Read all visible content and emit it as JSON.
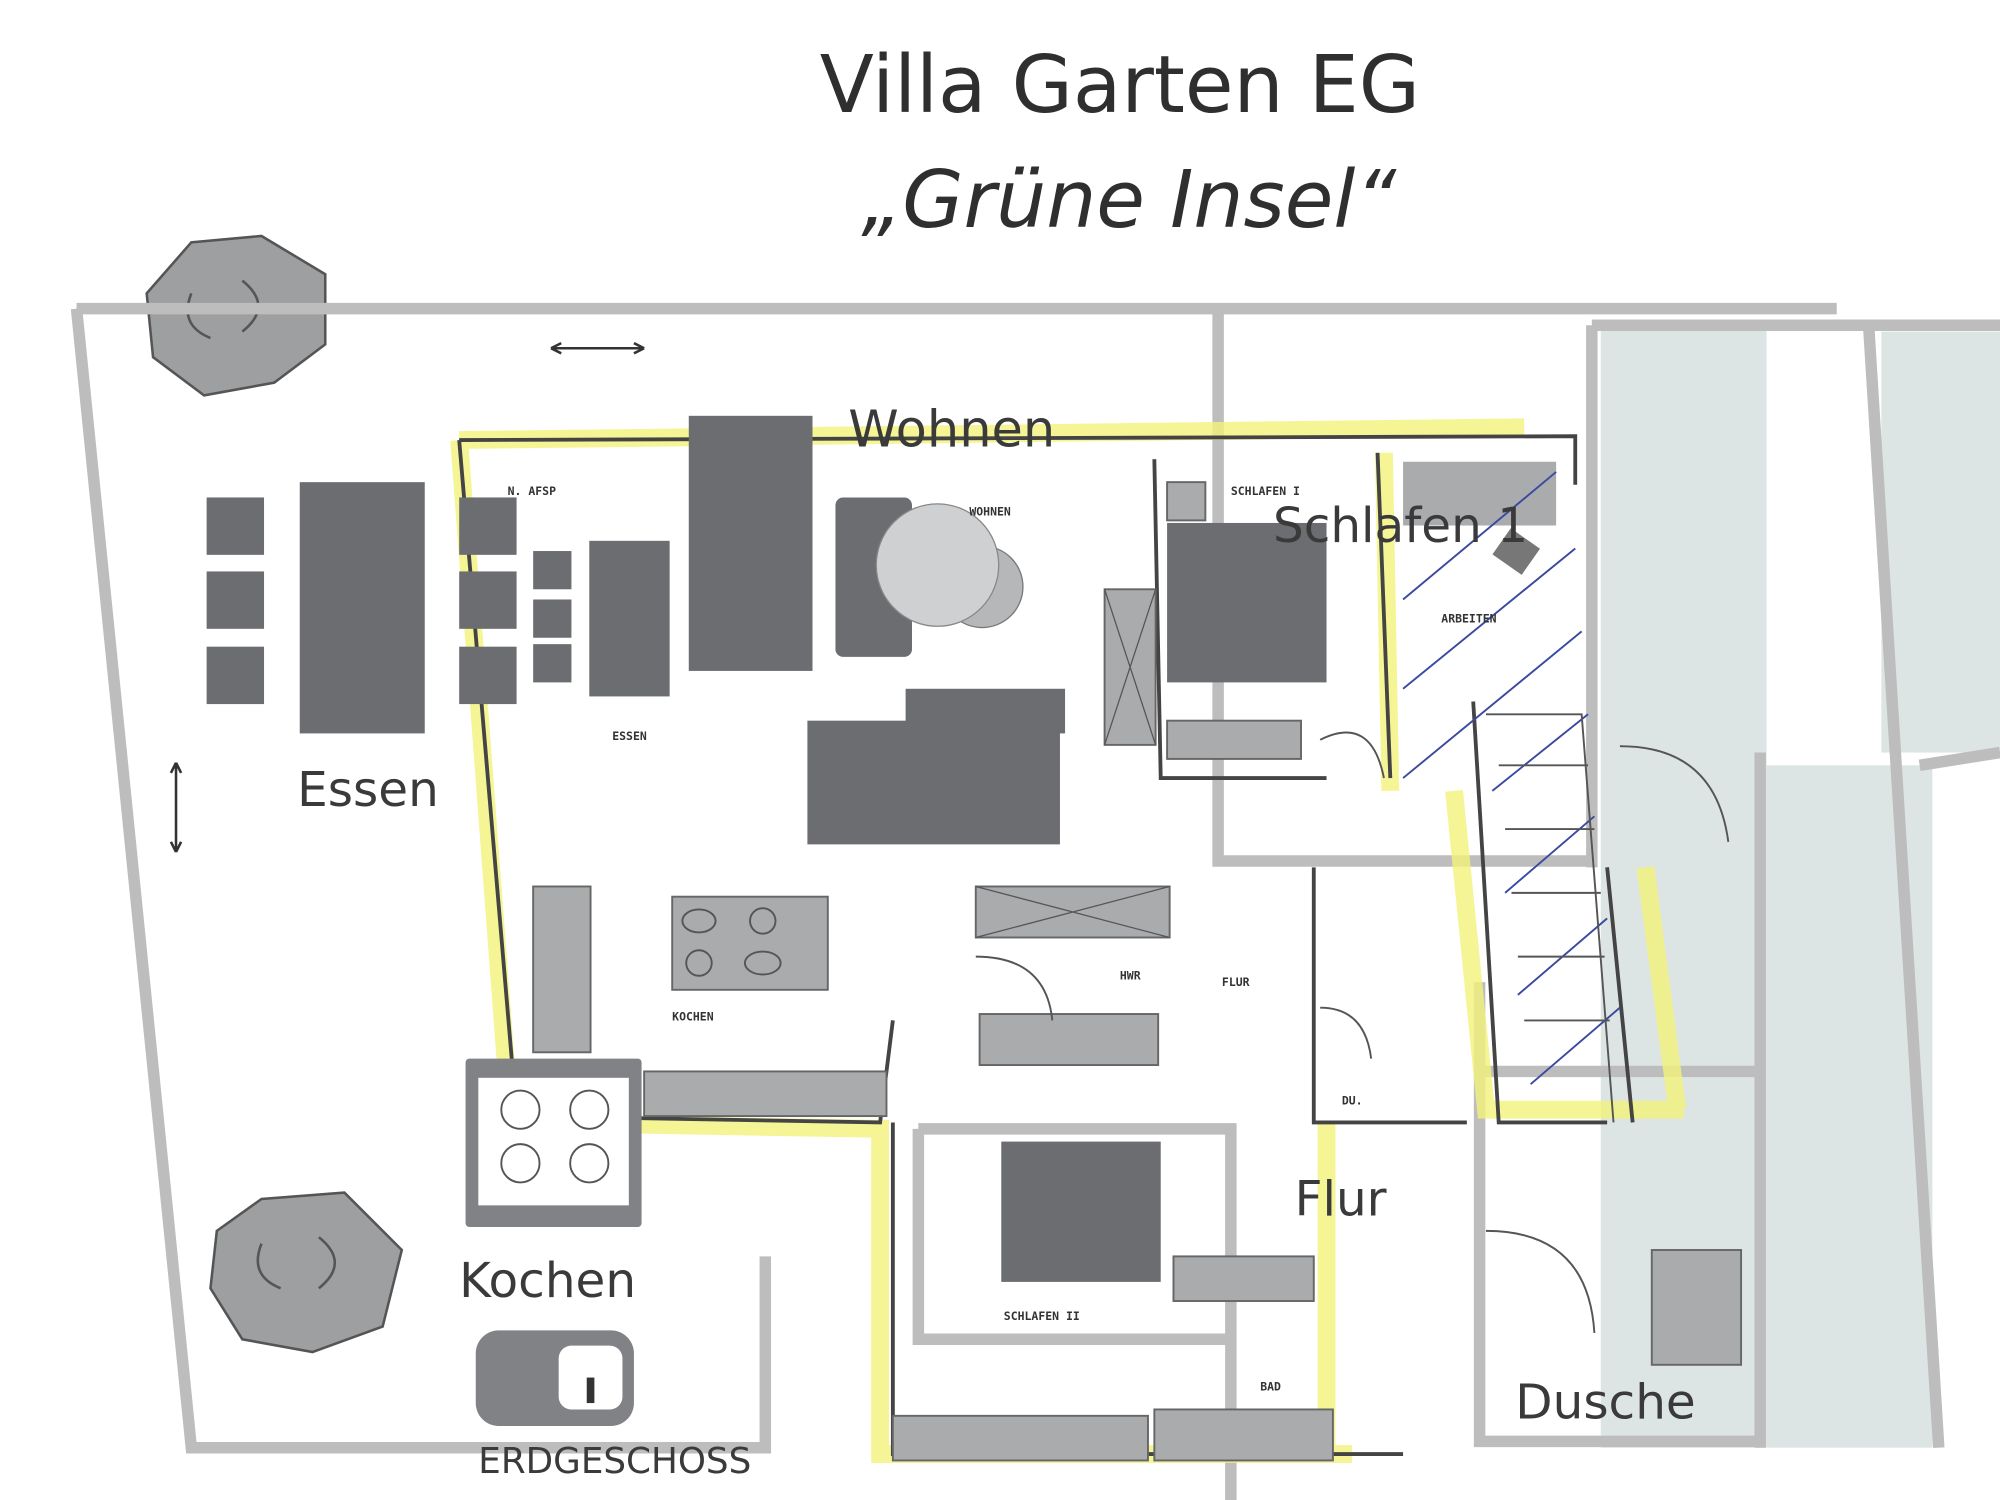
{
  "title": {
    "line1": "Villa Garten EG",
    "line2": "„Grüne Insel“"
  },
  "rooms": {
    "wohnen": "Wohnen",
    "essen": "Essen",
    "schlafen1": "Schlafen 1",
    "kochen": "Kochen",
    "flur": "Flur",
    "dusche": "Dusche"
  },
  "plan_labels": {
    "wohnen": "WOHNEN",
    "essen": "ESSEN",
    "schlafen1": "SCHLAFEN I",
    "arbeiten": "ARBEITEN",
    "kochen": "KOCHEN",
    "hwr": "HWR",
    "flur": "FLUR",
    "du": "DU.",
    "schlafen2": "SCHLAFEN II",
    "bad": "BAD",
    "naufsp": "N. AFSP",
    "geschoss": "ERDGESCHOSS"
  },
  "colors": {
    "furniture": "#6b6d70",
    "wall": "#bdbdbd",
    "highlight": "#f3f27a",
    "terrace": "#dde4e4",
    "hatch": "#3a4aa0"
  }
}
